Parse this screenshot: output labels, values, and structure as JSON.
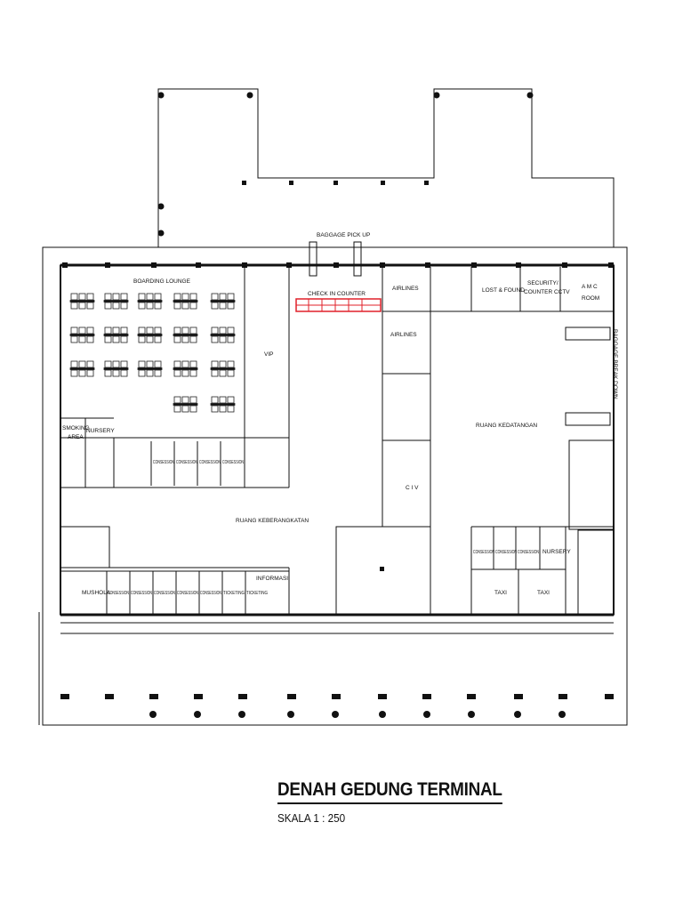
{
  "title": "DENAH GEDUNG TERMINAL",
  "scale": "SKALA 1 : 250",
  "rooms": {
    "baggage_pickup": "BAGGAGE PICK UP",
    "check_in": "CHECK IN COUNTER",
    "boarding": "BOARDING LOUNGE",
    "vip": "VIP",
    "airlines_1": "AIRLINES",
    "airlines_2": "AIRLINES",
    "lost_found": "LOST & FOUND",
    "security_l1": "SECURITY/",
    "security_l2": "COUNTER CCTV",
    "amc_l1": "A M C",
    "amc_l2": "ROOM",
    "baggage_breakdown": "BAGGAGE BREAK DOWN",
    "ruang_kedatangan": "RUANG KEDATANGAN",
    "civ": "C I V",
    "smoking_l1": "SMOKING",
    "smoking_l2": "AREA",
    "nursery_left": "NURSERY",
    "ruang_keberangkatan": "RUANG KEBERANGKATAN",
    "informasi": "INFORMASI",
    "musholla": "MUSHOLA",
    "nursery_right": "NURSERY",
    "taxi_1": "TAXI",
    "taxi_2": "TAXI"
  },
  "upper_concessions": [
    "CONSESSION",
    "CONSESSION",
    "CONSESSION",
    "CONSESSION"
  ],
  "lower_counters": [
    "CONSESSION",
    "CONSESSION",
    "CONSESSION",
    "CONSESSION",
    "CONSESSION",
    "TICKETING",
    "TICKETING"
  ],
  "right_concessions": [
    "CONSESSION",
    "CONSESSION",
    "CONSESSION"
  ]
}
